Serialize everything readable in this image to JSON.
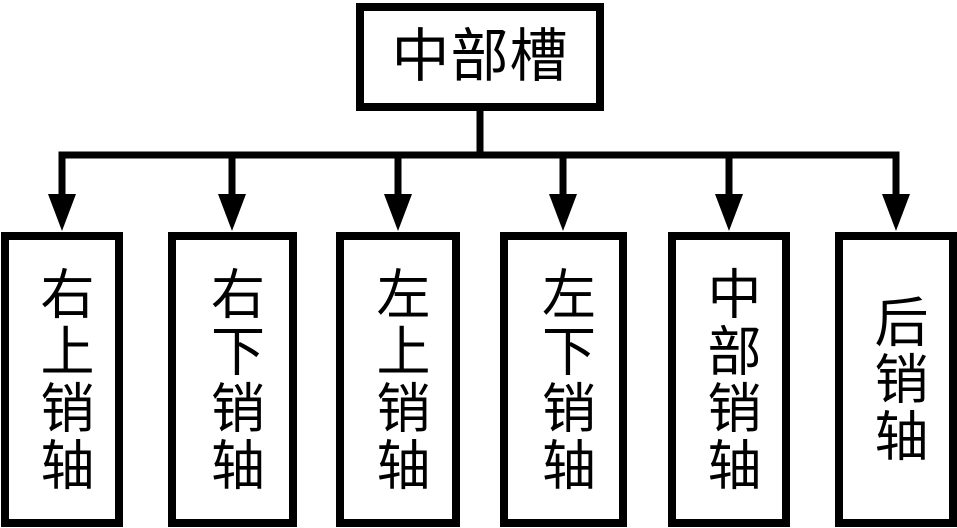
{
  "diagram": {
    "type": "tree",
    "root": {
      "label": "中部槽"
    },
    "children": [
      {
        "label": "右上销轴"
      },
      {
        "label": "右下销轴"
      },
      {
        "label": "左上销轴"
      },
      {
        "label": "左下销轴"
      },
      {
        "label": "中部销轴"
      },
      {
        "label": "后销轴"
      }
    ],
    "colors": {
      "line": "#000000",
      "text": "#000000",
      "background": "#ffffff"
    }
  }
}
